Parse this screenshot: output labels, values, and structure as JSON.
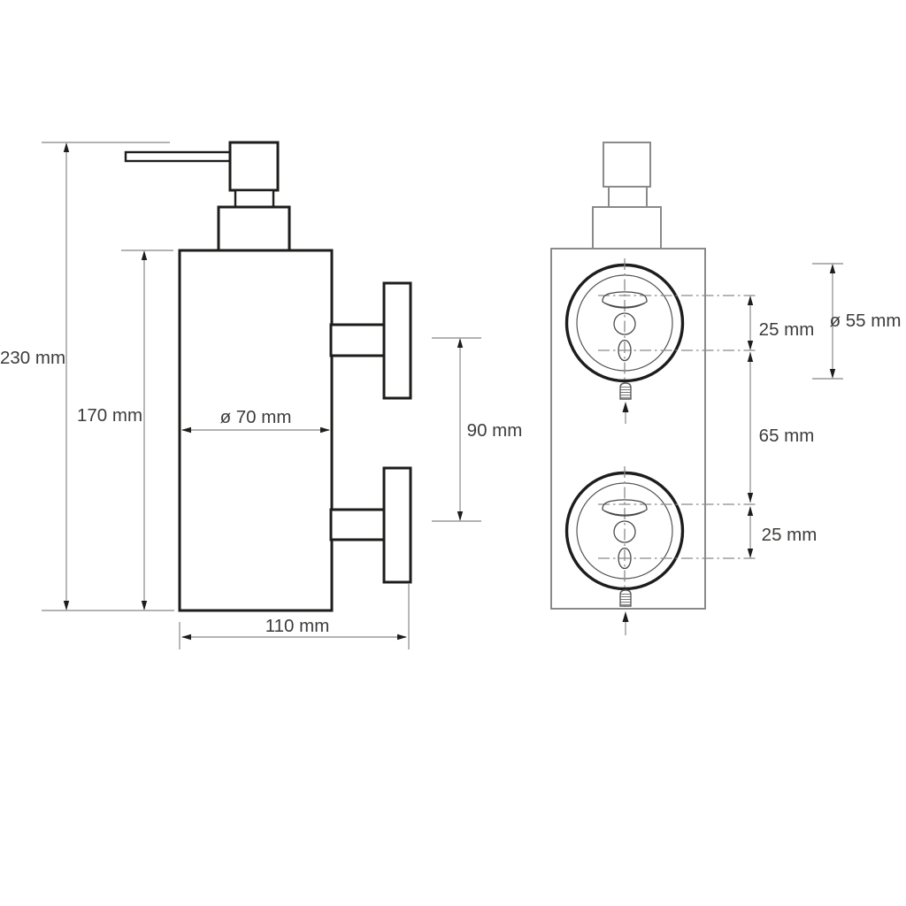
{
  "dimensions": {
    "side_view": {
      "total_height": "230 mm",
      "body_height": "170 mm",
      "body_diameter": "ø 70 mm",
      "depth": "110 mm",
      "bracket_spacing": "90 mm"
    },
    "front_view": {
      "upper_hole_spacing": "25 mm",
      "plate_diameter": "ø 55 mm",
      "plate_gap": "65 mm",
      "lower_hole_spacing": "25 mm"
    }
  },
  "colors": {
    "background": "#ffffff",
    "primary_outline": "#1d1d1b",
    "secondary_outline": "#8a8a8a",
    "dimension_line": "#9a9a9c",
    "centerline": "#8a8a8a",
    "text": "#3c3c3b"
  }
}
